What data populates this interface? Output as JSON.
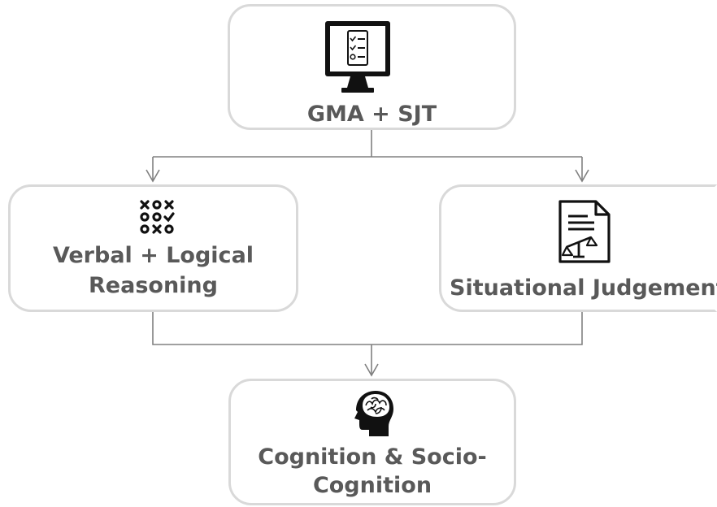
{
  "nodes": {
    "top": {
      "label": "GMA + SJT",
      "icon": "computer-checklist-icon"
    },
    "left": {
      "line1": "Verbal + Logical",
      "line2": "Reasoning",
      "icon": "tic-tac-toe-grid-icon"
    },
    "right": {
      "label": "Situational Judgement",
      "icon": "document-scales-icon"
    },
    "bottom": {
      "line1": "Cognition & Socio-",
      "line2": "Cognition",
      "icon": "human-brain-head-icon"
    }
  },
  "colors": {
    "box_border": "#d9d9d9",
    "connector": "#808080",
    "text": "#595959",
    "icon": "#111111"
  }
}
